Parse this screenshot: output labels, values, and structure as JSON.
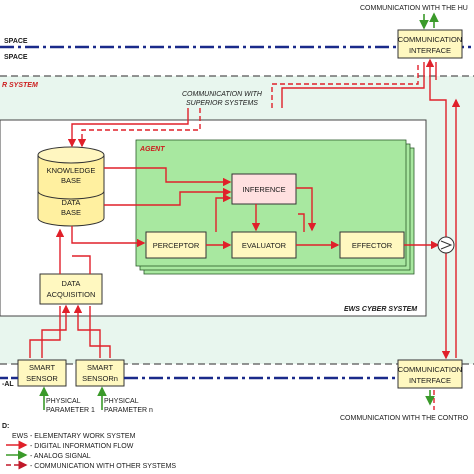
{
  "labels": {
    "space_top": "SPACE",
    "space_bottom": "SPACE",
    "superior_system": "R SYSTEM",
    "comm_human": "COMMUNICATION WITH THE HU",
    "comm_interface_top_1": "COMMUNICATION",
    "comm_interface_top_2": "INTERFACE",
    "comm_superior_1": "COMMUNICATION WITH",
    "comm_superior_2": "SUPERIOR SYSTEMS",
    "agent": "AGENT",
    "knowledge_1": "KNOWLEDGE",
    "knowledge_2": "BASE",
    "data_1": "DATA",
    "data_2": "BASE",
    "inference": "INFERENCE",
    "perceptor": "PERCEPTOR",
    "evaluator": "EVALUATOR",
    "effector": "EFFECTOR",
    "data_acq_1": "DATA",
    "data_acq_2": "ACQUISITION",
    "ews_cyber": "EWS CYBER SYSTEM",
    "level_label": "-AL",
    "smart_sensor_1a": "SMART",
    "smart_sensor_1b": "SENSOR",
    "smart_sensor_na": "SMART",
    "smart_sensor_nb": "SENSORn",
    "comm_interface_bottom_1": "COMMUNICATION",
    "comm_interface_bottom_2": "INTERFACE",
    "physical_1a": "PHYSICAL",
    "physical_1b": "PARAMETER 1",
    "physical_na": "PHYSICAL",
    "physical_nb": "PARAMETER n",
    "comm_control": "COMMUNICATION WITH THE CONTRO"
  },
  "legend": {
    "title": "D:",
    "ews_abbr": "EWS",
    "ews_desc": "- ELEMENTARY WORK SYSTEM",
    "digital": "- DIGITAL INFORMATION FLOW",
    "analog": "- ANALOG SIGNAL",
    "other": "- COMMUNICATION WITH OTHER SYSTEMS"
  },
  "colors": {
    "digital_flow": "#e0202a",
    "analog_signal": "#3a9a2a",
    "other_systems": "#c0182a",
    "space_line": "#1a2a8a",
    "agent_fill": "#a8e8a0",
    "box_fill": "#fff8c0",
    "inference_fill": "#ffe0e0"
  }
}
